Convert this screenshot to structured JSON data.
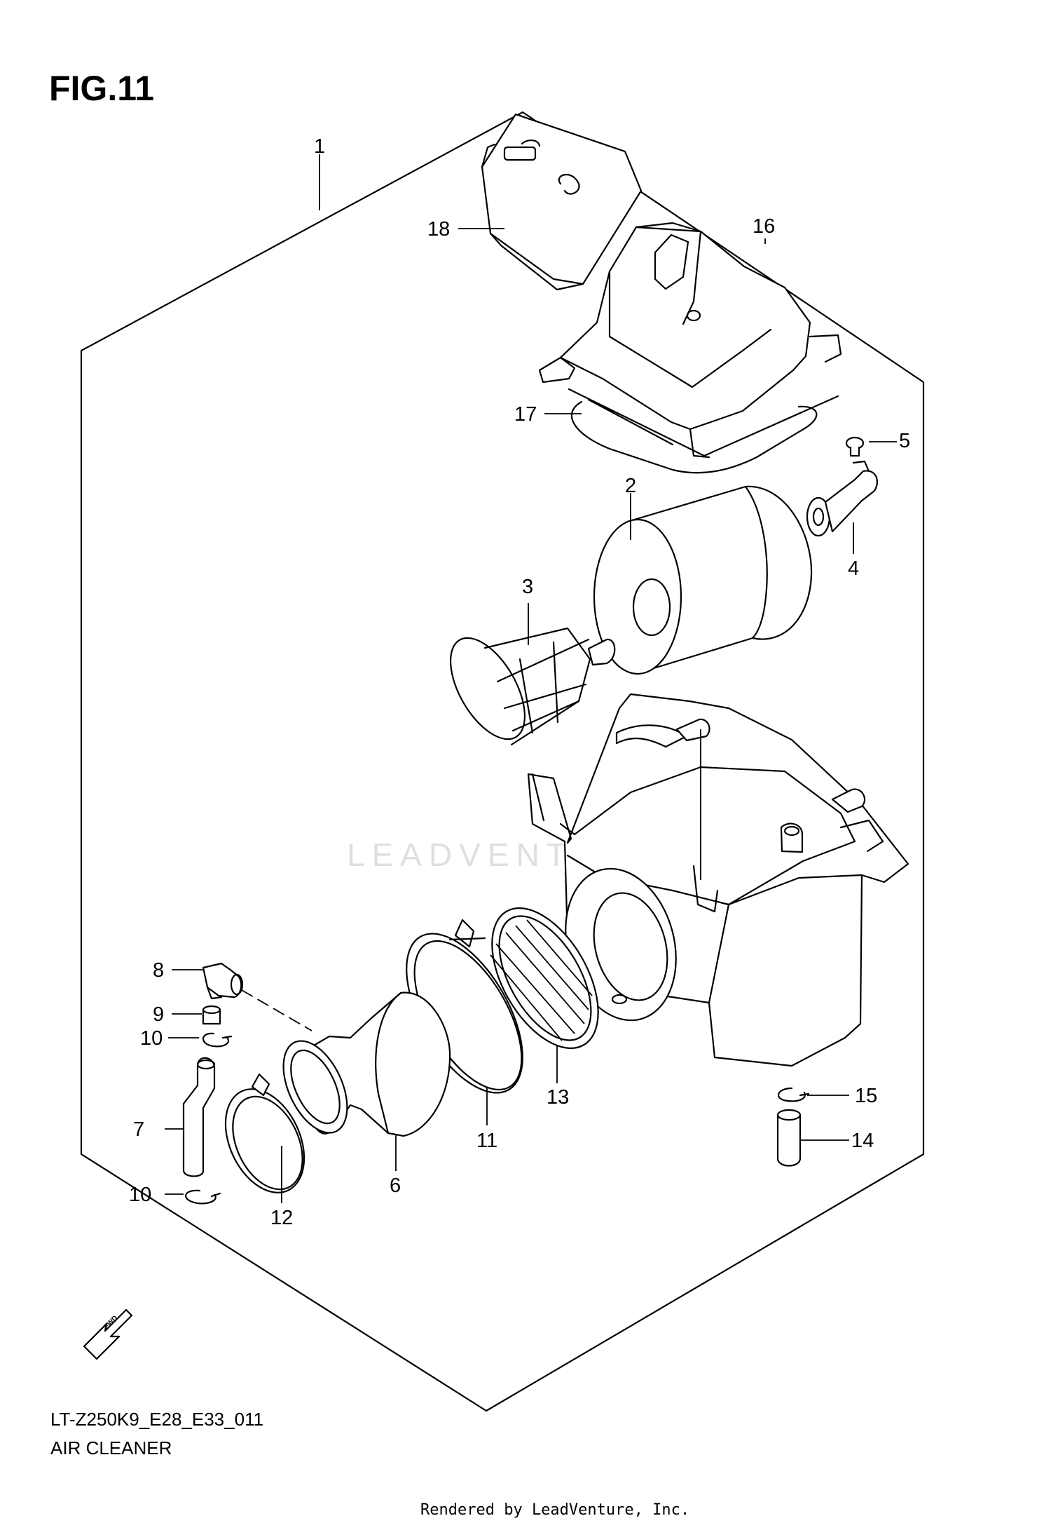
{
  "figure_label": "FIG.11",
  "model_code": "LT-Z250K9_E28_E33_011",
  "section_title": "AIR CLEANER",
  "rendered_by": "Rendered by LeadVenture, Inc.",
  "watermark": "LEADVENTURE",
  "fwd_label": "FWD",
  "callouts": [
    "1",
    "2",
    "3",
    "4",
    "5",
    "6",
    "7",
    "8",
    "9",
    "10",
    "10",
    "11",
    "12",
    "13",
    "14",
    "15",
    "16",
    "17",
    "18"
  ]
}
